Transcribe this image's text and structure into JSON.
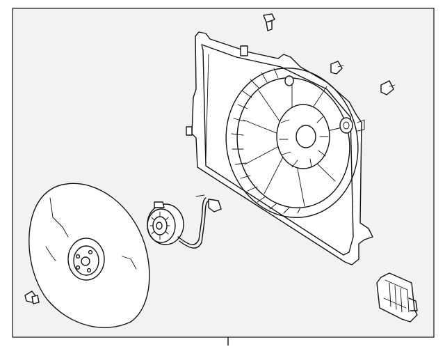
{
  "figure": {
    "kind": "exploded parts diagram",
    "parts": [
      {
        "id": "shroud",
        "icon": "fan-shroud-icon"
      },
      {
        "id": "fan-blade",
        "icon": "fan-blade-icon"
      },
      {
        "id": "fan-motor",
        "icon": "fan-motor-icon"
      },
      {
        "id": "resistor",
        "icon": "resistor-module-icon"
      },
      {
        "id": "bolt-top",
        "icon": "bolt-icon"
      },
      {
        "id": "bolt-right-1",
        "icon": "bolt-icon"
      },
      {
        "id": "bolt-right-2",
        "icon": "bolt-icon"
      },
      {
        "id": "nut-left",
        "icon": "nut-icon"
      }
    ],
    "colors": {
      "background": "#ffffff",
      "panel": "#f2f2f2",
      "line": "#111111"
    }
  }
}
